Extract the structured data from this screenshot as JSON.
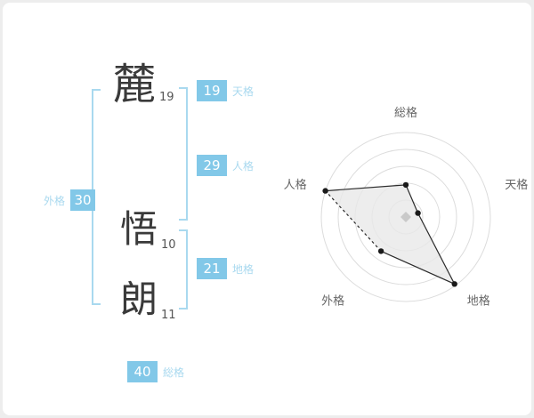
{
  "page": {
    "background": "#ededed",
    "card_background": "#ffffff"
  },
  "name_card": {
    "characters": [
      {
        "char": "麓",
        "strokes": "19"
      },
      {
        "char": "悟",
        "strokes": "10"
      },
      {
        "char": "朗",
        "strokes": "11"
      }
    ],
    "badges": {
      "tenkaku": {
        "value": "19",
        "label": "天格"
      },
      "jinkaku": {
        "value": "29",
        "label": "人格"
      },
      "chikaku": {
        "value": "21",
        "label": "地格"
      },
      "gaikaku": {
        "value": "30",
        "label": "外格"
      },
      "soukaku": {
        "value": "40",
        "label": "総格"
      }
    },
    "colors": {
      "badge_bg": "#82c8e8",
      "badge_text": "#ffffff",
      "label_text": "#a9d9ef",
      "bracket": "#a9d9ef"
    }
  },
  "chart_data": {
    "type": "radar",
    "title": "",
    "categories": [
      "総格",
      "天格",
      "地格",
      "外格",
      "人格"
    ],
    "values": [
      38,
      15,
      98,
      50,
      100
    ],
    "max": 100,
    "rings": 5,
    "legend": "none",
    "grid_color": "#dcdcdc",
    "label_color": "#666666",
    "line_color": "#2b2b2b",
    "fill_color": "#e9e9e9",
    "center_marker_color": "#c9c9c9",
    "dashed_edge_from": "外格",
    "dashed_edge_to": "人格"
  }
}
